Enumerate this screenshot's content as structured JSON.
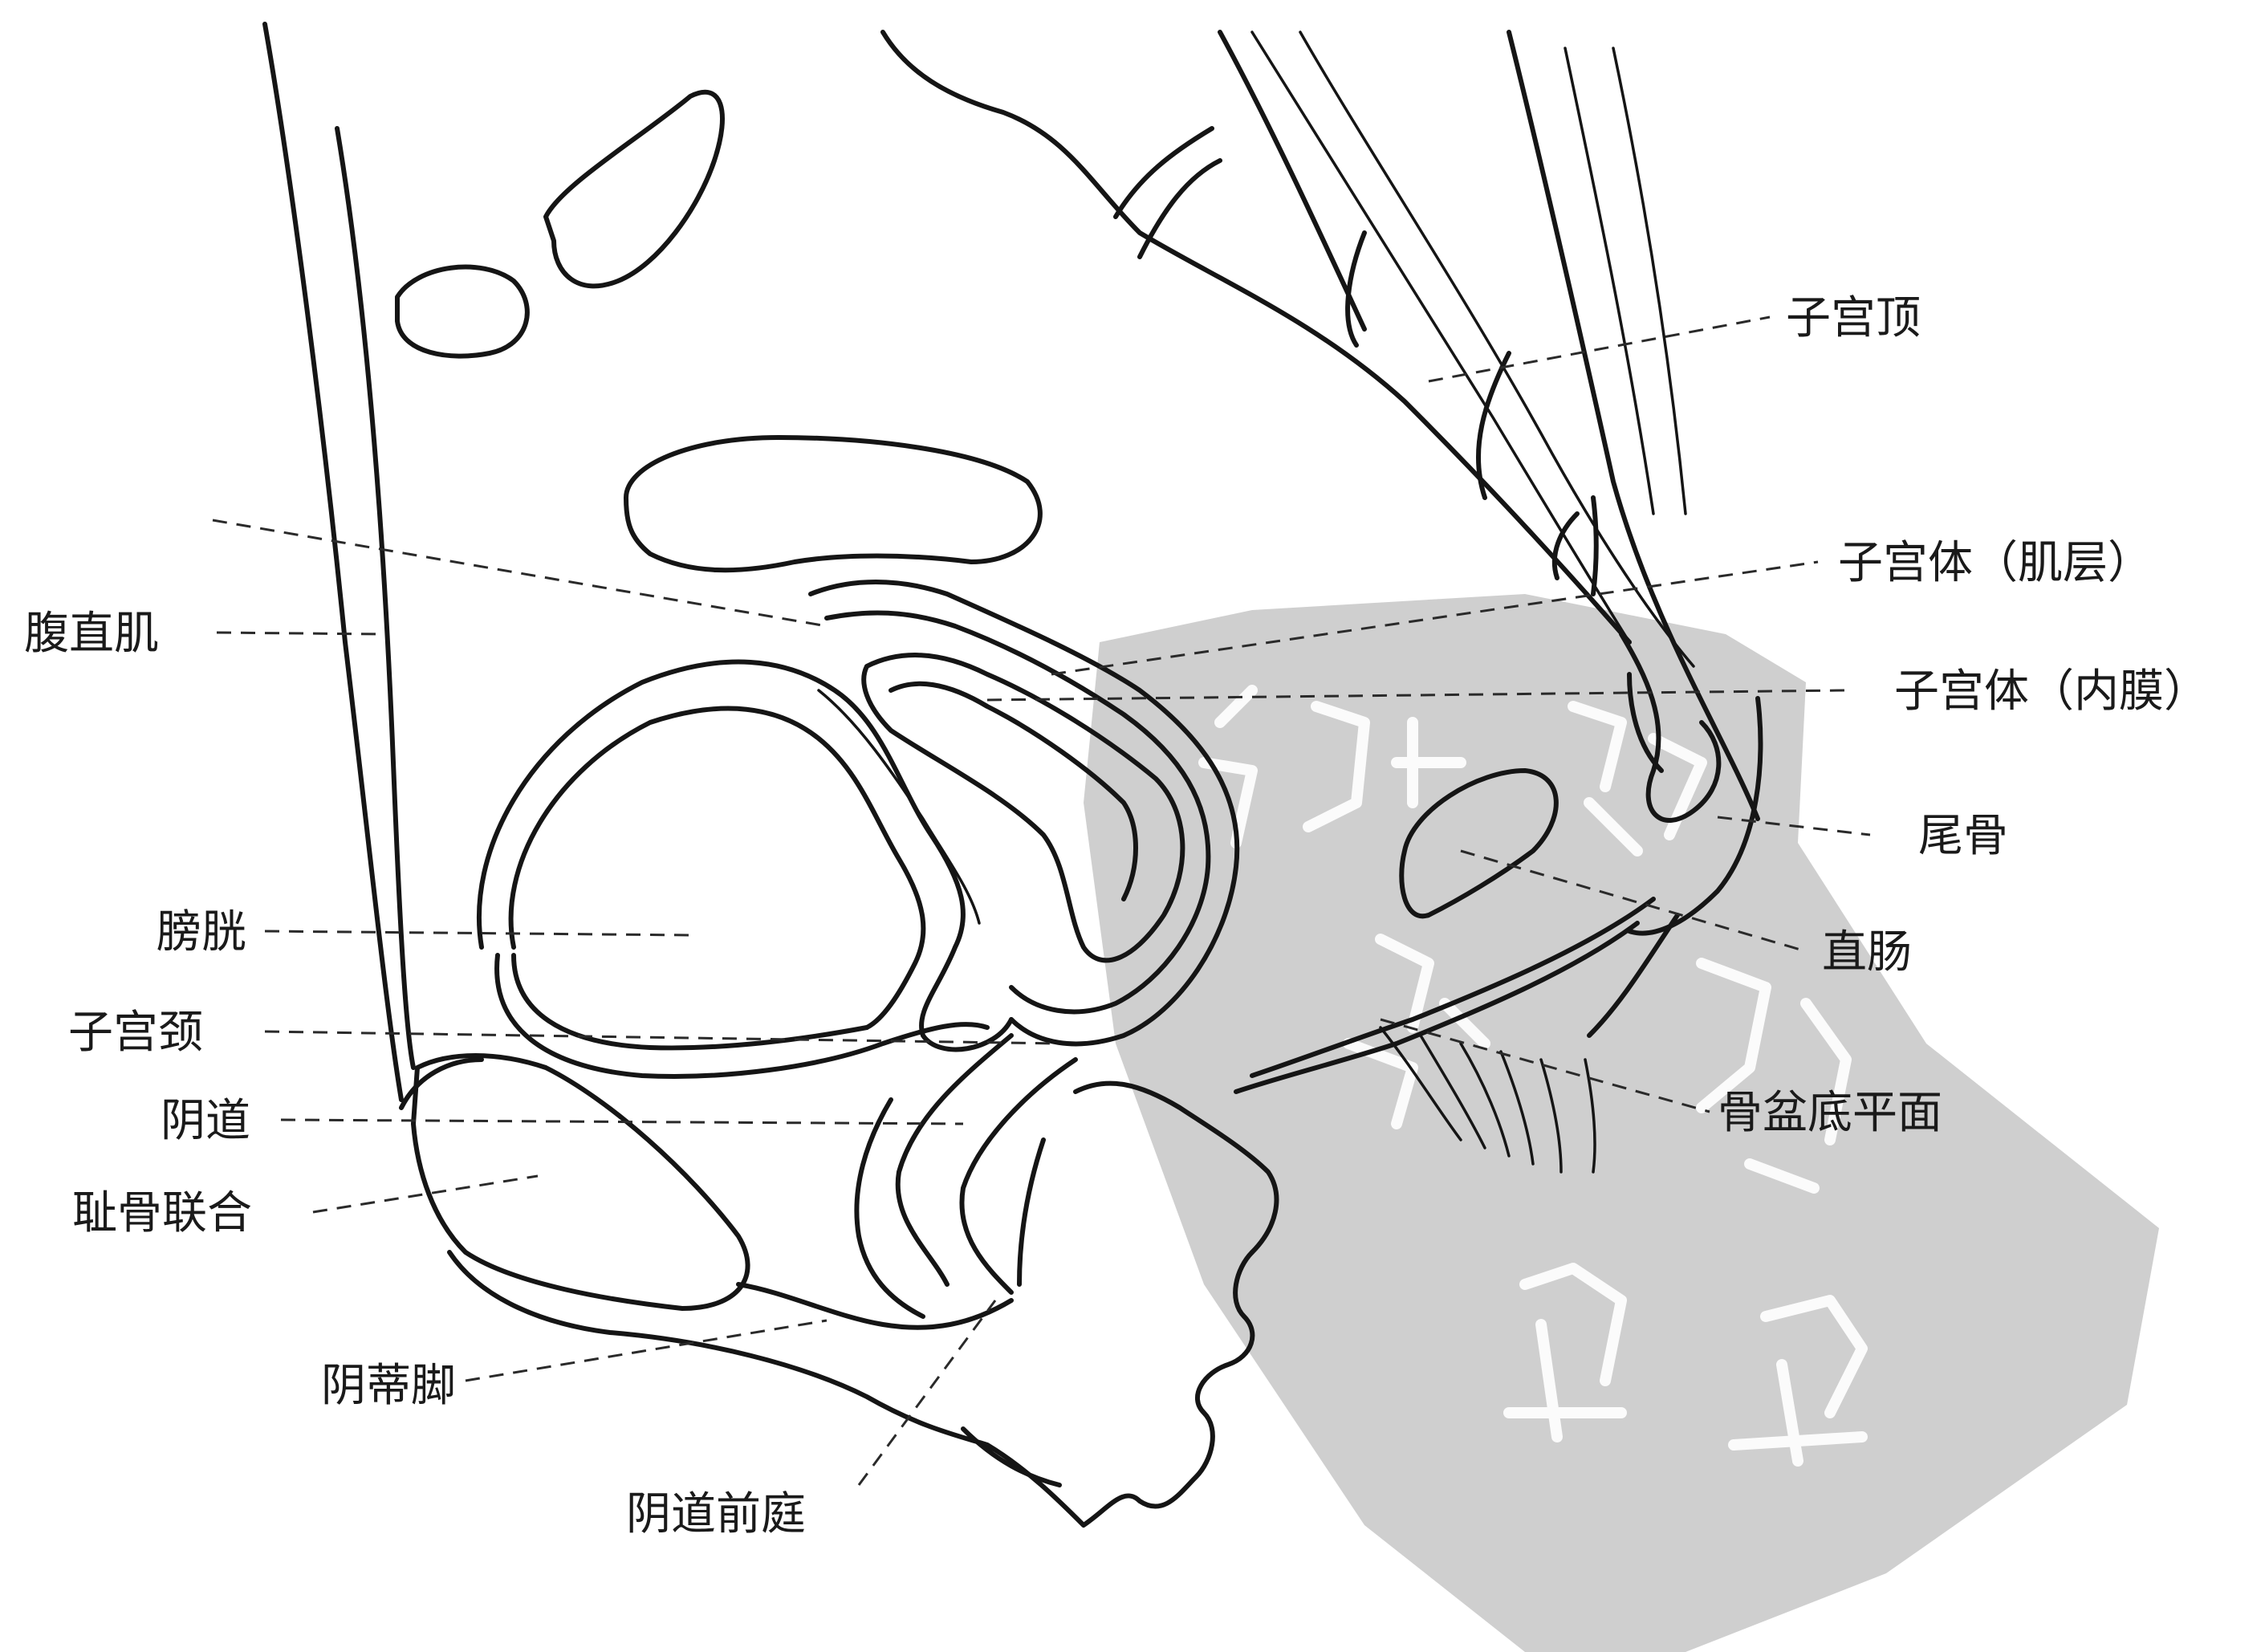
{
  "labels": {
    "fundus": "子宫顶",
    "uterus_body_muscle": "子宫体（肌层）",
    "uterus_body_endometrium": "子宫体（内膜）",
    "coccyx": "尾骨",
    "rectum": "直肠",
    "pelvic_floor": "骨盆底平面",
    "rectus_abdominis": "腹直肌",
    "bladder": "膀胱",
    "cervix": "子宫颈",
    "vagina": "阴道",
    "pubic_symphysis": "耻骨联合",
    "clitoral_crus": "阴蒂脚",
    "vestibule": "阴道前庭"
  },
  "colors": {
    "line": "#151515",
    "watermark": "#cfcfcf"
  }
}
